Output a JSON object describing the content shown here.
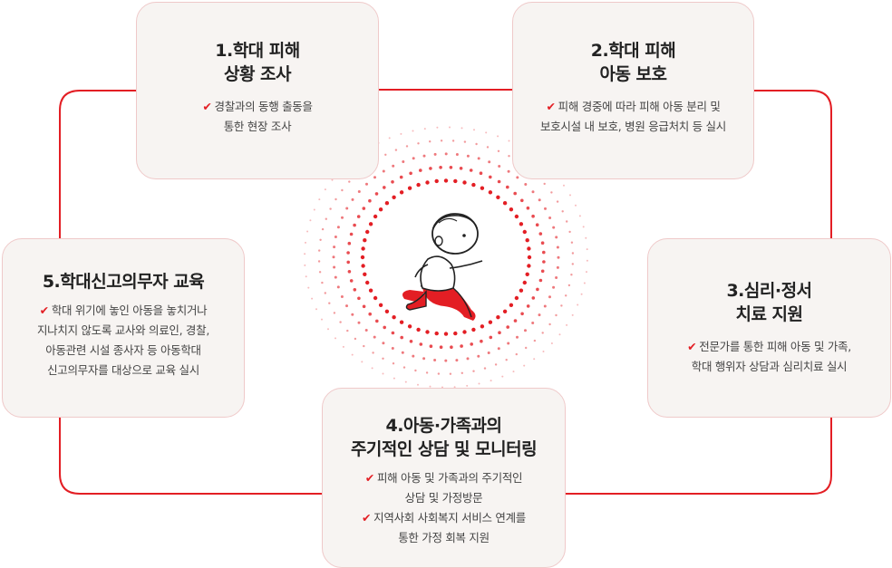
{
  "steps": [
    {
      "title_lines": [
        "1.학대 피해",
        "상황 조사"
      ],
      "desc_lines": [
        {
          "check": true,
          "text": "경찰과의 동행 출동을"
        },
        {
          "check": false,
          "text": "통한 현장 조사"
        }
      ]
    },
    {
      "title_lines": [
        "2.학대 피해",
        "아동 보호"
      ],
      "desc_lines": [
        {
          "check": true,
          "text": "피해 경중에 따라 피해 아동 분리 및"
        },
        {
          "check": false,
          "text": "보호시설 내 보호, 병원 응급처치 등 실시"
        }
      ]
    },
    {
      "title_lines": [
        "3.심리·정서",
        "치료 지원"
      ],
      "desc_lines": [
        {
          "check": true,
          "text": "전문가를 통한 피해 아동 및 가족,"
        },
        {
          "check": false,
          "text": "학대 행위자 상담과 심리치료 실시"
        }
      ]
    },
    {
      "title_lines": [
        "4.아동·가족과의",
        "주기적인 상담 및 모니터링"
      ],
      "desc_lines": [
        {
          "check": true,
          "text": "피해 아동 및 가족과의 주기적인"
        },
        {
          "check": false,
          "text": "상담 및  가정방문"
        },
        {
          "check": true,
          "text": "지역사회 사회복지 서비스 연계를"
        },
        {
          "check": false,
          "text": "통한 가정 회복 지원"
        }
      ]
    },
    {
      "title_lines": [
        "5.학대신고의무자 교육"
      ],
      "desc_lines": [
        {
          "check": true,
          "text": "학대 위기에 놓인 아동을  놓치거나"
        },
        {
          "check": false,
          "text": "지나치지 않도록 교사와 의료인, 경찰,"
        },
        {
          "check": false,
          "text": "아동관련 시설 종사자 등 아동학대"
        },
        {
          "check": false,
          "text": "신고의무자를  대상으로 교육 실시"
        }
      ]
    }
  ],
  "colors": {
    "accent": "#e31e24",
    "box_bg": "#f7f4f2",
    "box_border": "#efc9c9"
  },
  "center_icon": "running-child-icon"
}
